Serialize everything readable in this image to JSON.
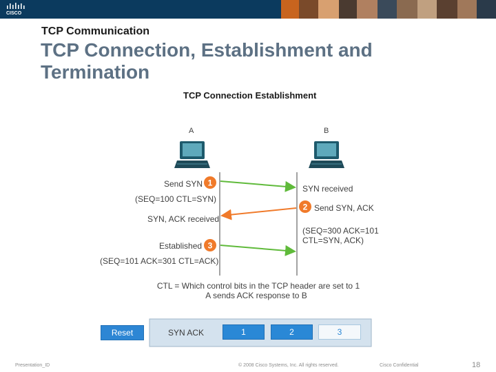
{
  "header": {
    "logo_text": "CISCO"
  },
  "slide": {
    "section": "TCP Communication",
    "title": "TCP Connection, Establishment and Termination"
  },
  "diagram": {
    "heading": "TCP Connection Establishment",
    "host_a": "A",
    "host_b": "B",
    "step1_left": "Send SYN",
    "step1_left_detail": "(SEQ=100 CTL=SYN)",
    "step1_right": "SYN received",
    "step2_right": "Send SYN, ACK",
    "step2_left": "SYN, ACK received",
    "step2_detail_line1": "(SEQ=300 ACK=101",
    "step2_detail_line2": "CTL=SYN, ACK)",
    "step3_left": "Established",
    "step3_left_detail": "(SEQ=101 ACK=301 CTL=ACK)",
    "badge1": "1",
    "badge2": "2",
    "badge3": "3",
    "caption_line1": "CTL = Which control bits in the TCP header are set to 1",
    "caption_line2": "A sends ACK response to B"
  },
  "controls": {
    "reset_label": "Reset",
    "current_step": "SYN ACK",
    "step_buttons": [
      "1",
      "2",
      "3"
    ]
  },
  "footer": {
    "presentation_id": "Presentation_ID",
    "copyright": "© 2008 Cisco Systems, Inc. All rights reserved.",
    "confidential": "Cisco Confidential",
    "page_number": "18"
  },
  "colors": {
    "arrow_green": "#5fba3a",
    "arrow_orange": "#f07a2a",
    "badge": "#f07a2a",
    "reset_button": "#2d86d4",
    "step_button": "#2a88d6",
    "title": "#5d7184"
  }
}
